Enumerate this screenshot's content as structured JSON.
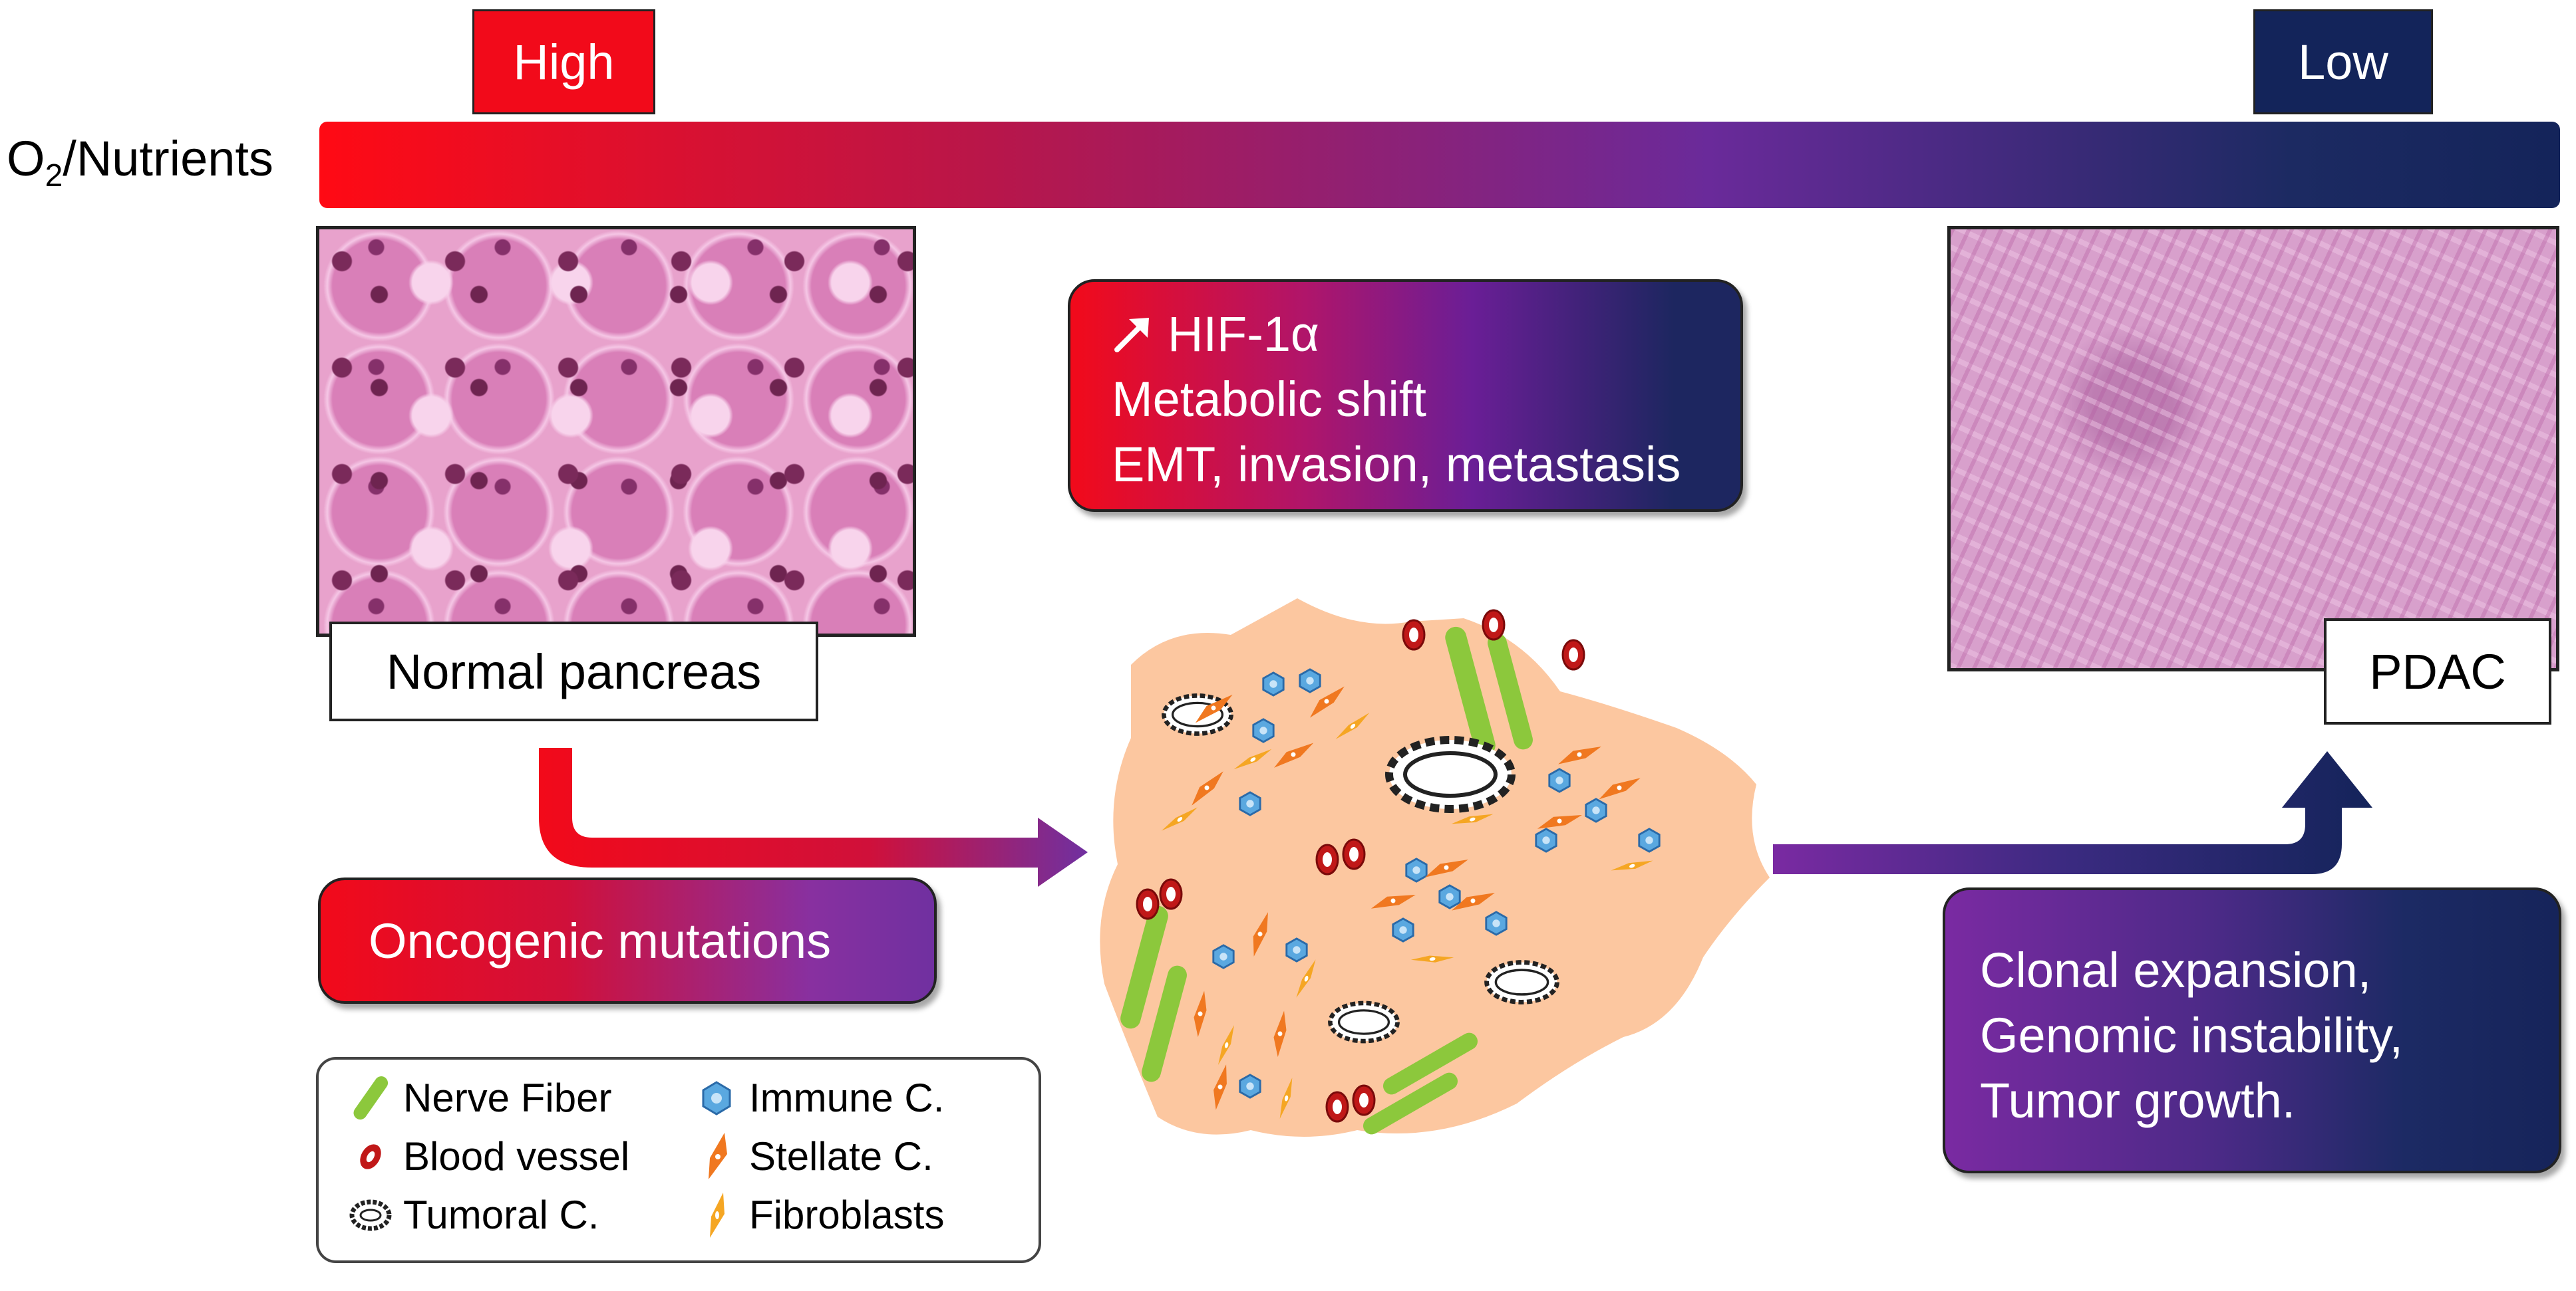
{
  "scale": {
    "high_label": "High",
    "low_label": "Low",
    "label_main": "O",
    "label_sub": "2",
    "label_rest": "/Nutrients"
  },
  "normal": {
    "caption": "Normal pancreas"
  },
  "pdac": {
    "caption": "PDAC"
  },
  "hif_box": {
    "arrow_icon": "up-right-arrow-icon",
    "line1": "HIF-1α",
    "line2": "Metabolic shift",
    "line3": "EMT, invasion, metastasis"
  },
  "oncogenic_box": {
    "label": "Oncogenic mutations"
  },
  "clonal_box": {
    "line1": "Clonal expansion,",
    "line2": "Genomic instability,",
    "line3": "Tumor growth."
  },
  "legend": {
    "items": [
      {
        "label": "Nerve Fiber",
        "icon": "nerve-fiber-icon",
        "color": "#8cc83c"
      },
      {
        "label": "Blood vessel",
        "icon": "blood-vessel-icon",
        "color": "#c01818"
      },
      {
        "label": "Tumoral C.",
        "icon": "tumoral-cell-icon",
        "color": "#222222"
      },
      {
        "label": "Immune C.",
        "icon": "immune-cell-icon",
        "color": "#5aa8e0"
      },
      {
        "label": "Stellate C.",
        "icon": "stellate-cell-icon",
        "color": "#f07820"
      },
      {
        "label": "Fibroblasts",
        "icon": "fibroblast-icon",
        "color": "#f0a020"
      }
    ]
  },
  "colors": {
    "high": "#f20a1a",
    "low": "#13245a",
    "tissue": "#fcc7a0",
    "purple": "#7030a0"
  }
}
